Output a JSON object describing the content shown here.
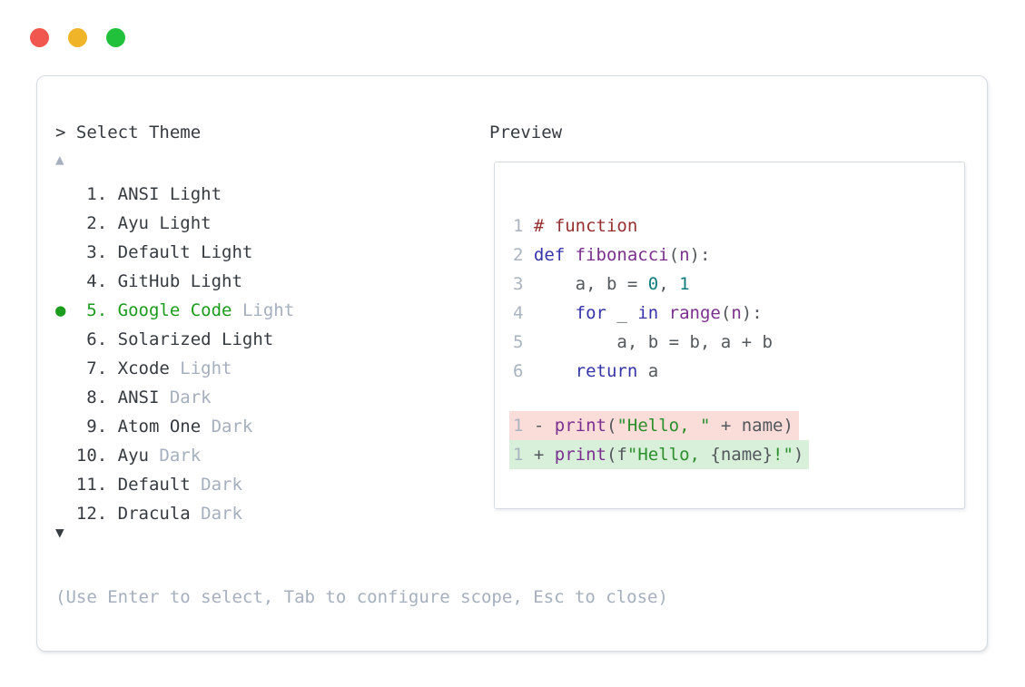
{
  "window": {
    "controls": [
      {
        "name": "close",
        "color_key": "traffic_red"
      },
      {
        "name": "minimize",
        "color_key": "traffic_yellow"
      },
      {
        "name": "zoom",
        "color_key": "traffic_green"
      }
    ]
  },
  "picker": {
    "prompt": "> Select Theme",
    "scroll_up_indicator": "▲",
    "scroll_down_indicator": "▼",
    "help_text": "(Use Enter to select, Tab to configure scope, Esc to close)",
    "items": [
      {
        "number": "1.",
        "name": "ANSI",
        "variant": "Light",
        "variant_muted": false,
        "selected": false
      },
      {
        "number": "2.",
        "name": "Ayu",
        "variant": "Light",
        "variant_muted": false,
        "selected": false
      },
      {
        "number": "3.",
        "name": "Default",
        "variant": "Light",
        "variant_muted": false,
        "selected": false
      },
      {
        "number": "4.",
        "name": "GitHub",
        "variant": "Light",
        "variant_muted": false,
        "selected": false
      },
      {
        "number": "5.",
        "name": "Google Code",
        "variant": "Light",
        "variant_muted": true,
        "selected": true
      },
      {
        "number": "6.",
        "name": "Solarized",
        "variant": "Light",
        "variant_muted": false,
        "selected": false
      },
      {
        "number": "7.",
        "name": "Xcode",
        "variant": "Light",
        "variant_muted": true,
        "selected": false
      },
      {
        "number": "8.",
        "name": "ANSI",
        "variant": "Dark",
        "variant_muted": true,
        "selected": false
      },
      {
        "number": "9.",
        "name": "Atom One",
        "variant": "Dark",
        "variant_muted": true,
        "selected": false
      },
      {
        "number": "10.",
        "name": "Ayu",
        "variant": "Dark",
        "variant_muted": true,
        "selected": false
      },
      {
        "number": "11.",
        "name": "Default",
        "variant": "Dark",
        "variant_muted": true,
        "selected": false
      },
      {
        "number": "12.",
        "name": "Dracula",
        "variant": "Dark",
        "variant_muted": true,
        "selected": false
      }
    ],
    "selected_bullet": "●"
  },
  "preview": {
    "label": "Preview",
    "code_lines": [
      {
        "number": "1",
        "tokens": [
          {
            "t": "# function",
            "c": "comment"
          }
        ]
      },
      {
        "number": "2",
        "tokens": [
          {
            "t": "def",
            "c": "keyword"
          },
          {
            "t": " ",
            "c": "plain"
          },
          {
            "t": "fibonacci",
            "c": "func"
          },
          {
            "t": "(",
            "c": "plain"
          },
          {
            "t": "n",
            "c": "func"
          },
          {
            "t": "):",
            "c": "plain"
          }
        ]
      },
      {
        "number": "3",
        "tokens": [
          {
            "t": "    a, b = ",
            "c": "plain"
          },
          {
            "t": "0",
            "c": "number"
          },
          {
            "t": ", ",
            "c": "plain"
          },
          {
            "t": "1",
            "c": "number"
          }
        ]
      },
      {
        "number": "4",
        "tokens": [
          {
            "t": "    ",
            "c": "plain"
          },
          {
            "t": "for",
            "c": "keyword"
          },
          {
            "t": " _ ",
            "c": "plain"
          },
          {
            "t": "in",
            "c": "keyword"
          },
          {
            "t": " ",
            "c": "plain"
          },
          {
            "t": "range",
            "c": "func"
          },
          {
            "t": "(",
            "c": "plain"
          },
          {
            "t": "n",
            "c": "func"
          },
          {
            "t": "):",
            "c": "plain"
          }
        ]
      },
      {
        "number": "5",
        "tokens": [
          {
            "t": "        a, b = b, a + b",
            "c": "plain"
          }
        ]
      },
      {
        "number": "6",
        "tokens": [
          {
            "t": "    ",
            "c": "plain"
          },
          {
            "t": "return",
            "c": "keyword"
          },
          {
            "t": " a",
            "c": "plain"
          }
        ]
      }
    ],
    "diff_lines": [
      {
        "number": "1",
        "kind": "removed",
        "tokens": [
          {
            "t": "- ",
            "c": "plain"
          },
          {
            "t": "print",
            "c": "func"
          },
          {
            "t": "(",
            "c": "plain"
          },
          {
            "t": "\"Hello, \"",
            "c": "string"
          },
          {
            "t": " + name",
            "c": "plain"
          },
          {
            "t": ")",
            "c": "plain"
          }
        ]
      },
      {
        "number": "1",
        "kind": "added",
        "tokens": [
          {
            "t": "+ ",
            "c": "plain"
          },
          {
            "t": "print",
            "c": "func"
          },
          {
            "t": "(f",
            "c": "plain"
          },
          {
            "t": "\"Hello, ",
            "c": "string"
          },
          {
            "t": "{name}",
            "c": "plain"
          },
          {
            "t": "!\"",
            "c": "string"
          },
          {
            "t": ")",
            "c": "plain"
          }
        ]
      }
    ]
  },
  "colors": {
    "window_border": "#d6dae1",
    "text_dark": "#363b41",
    "text_muted": "#a6afbe",
    "accent_green": "#1c9c1c",
    "traffic_red": "#f2574f",
    "traffic_yellow": "#f0b429",
    "traffic_green": "#21c13b",
    "removed_bg": "#fadcd9",
    "added_bg": "#d8efd9",
    "plain": "#53585d",
    "keyword": "#3434ab",
    "func": "#7b2f8e",
    "string": "#2b8f2b",
    "number": "#117b7b",
    "comment": "#963030",
    "lineno": "#aab3c0"
  }
}
